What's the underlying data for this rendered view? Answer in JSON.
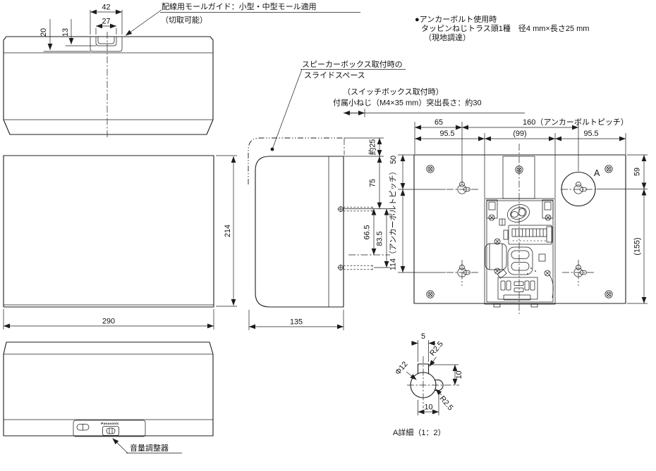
{
  "colors": {
    "line": "#1c1c1c",
    "background": "#ffffff"
  },
  "front_top_view": {
    "note_line1": "配線用モールガイド：小型・中型モール適用",
    "note_line2": "（切取可能）",
    "dim_outer_width": "42",
    "dim_inner_width": "27",
    "dim_outer_depth": "20",
    "dim_inner_depth": "13"
  },
  "side_view": {
    "dim_height": "214",
    "dim_width": "290"
  },
  "front_view": {
    "brand": "Panasonic",
    "volume_note": "音量調整器"
  },
  "mount_side_view": {
    "slide_note_line1": "スピーカーボックス取付時の",
    "slide_note_line2": "スライドスペース",
    "screw_note_line1": "（スイッチボックス取付時）",
    "screw_note_line2": "付属小ねじ（M4×35 mm）突出長さ：約30",
    "dim_depth": "135",
    "dim_slide": "約25",
    "dim_top_to_screw": "75",
    "dim_screw_to_center": "66.5",
    "dim_screw_to_screw": "83.5"
  },
  "anchor_note": {
    "line1": "●アンカーボルト使用時",
    "line2": "タッピンねじトラス頭1種　径4 mm×長さ25 mm",
    "line3": "（現地調達）"
  },
  "mount_plate_view": {
    "dim_left_offset": "65",
    "dim_h_pitch": "160（アンカーボルトピッチ）",
    "dim_left_margin": "95.5",
    "dim_center": "(99)",
    "dim_right_margin": "95.5",
    "dim_top": "50",
    "dim_v_pitch": "114（アンカーボルトピッチ）",
    "dim_right_top": "59",
    "dim_right_bottom": "(155)",
    "detail_marker": "A"
  },
  "detail_a": {
    "title": "A詳細（1：2）",
    "dim_slot_width": "5",
    "dim_fillet_top": "R2.5",
    "dim_hole": "Φ12",
    "dim_vertical": "10",
    "dim_horizontal": "10",
    "dim_fillet_bottom": "R2.5"
  }
}
